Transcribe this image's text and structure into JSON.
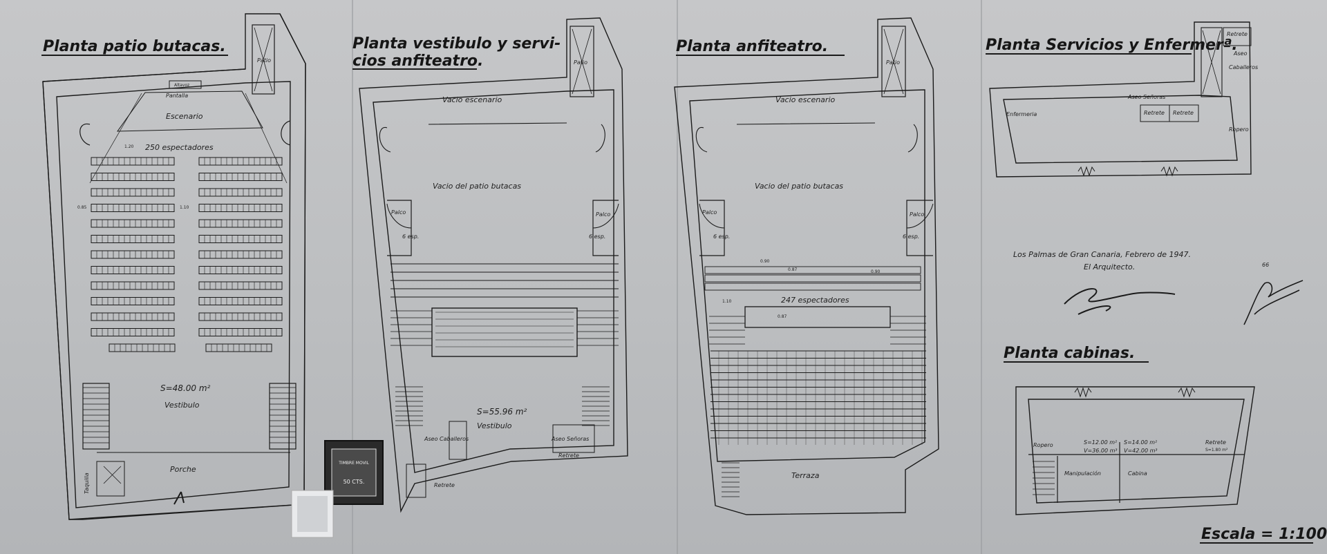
{
  "plans": {
    "patio": {
      "title": "Planta patio butacas.",
      "patio": "Patio",
      "altavoz": "Altavoz",
      "pantalla": "Pantalla",
      "escenario": "Escenario",
      "espectadores": "250 espectadores",
      "area": "S=48.00 m²",
      "vestibulo": "Vestibulo",
      "porche": "Porche",
      "taquilla": "Taquilla"
    },
    "vestibulo": {
      "title_line1": "Planta vestibulo y servi-",
      "title_line2": "cios anfiteatro.",
      "patio": "Patio",
      "vacio_escenario": "Vacio escenario",
      "vacio_patio": "Vacio del patio butacas",
      "palco1": "Palco",
      "palco1_cap": "6 esp.",
      "palco2": "Palco",
      "palco2_cap": "6 esp.",
      "area": "S=55.96 m²",
      "vestibulo": "Vestibulo",
      "aseo_caballeros": "Aseo Caballeros",
      "aseo_senoras": "Aseo Señoras",
      "retrete": "Retrete",
      "retrete2": "Retrete"
    },
    "anfiteatro": {
      "title": "Planta anfiteatro.",
      "patio": "Patio",
      "vacio_escenario": "Vacio escenario",
      "vacio_patio": "Vacio del patio butacas",
      "palco1": "Palco",
      "palco1_cap": "6 esp.",
      "palco2": "Palco",
      "palco2_cap": "6 esp.",
      "espectadores": "247 espectadores",
      "terraza": "Terraza"
    },
    "servicios": {
      "title": "Planta Servicios y Enfermerª.",
      "retrete": "Retrete",
      "aseo": "Aseo",
      "caballeros": "Caballeros",
      "aseo_senoras": "Aseo Señoras",
      "retrete_a": "Retrete",
      "retrete_b": "Retrete",
      "enfermeria": "Enfermeria",
      "ropero": "Ropero"
    },
    "cabinas": {
      "title": "Planta cabinas.",
      "ropero": "Ropero",
      "s1": "S=12.00 m²",
      "v1": "V=36.00 m³",
      "s2": "S=14.00 m²",
      "v2": "V=42.00 m³",
      "retrete": "Retrete",
      "retrete_s": "S=1.80 m²",
      "manipulacion": "Manipulación",
      "cabina": "Cabina"
    }
  },
  "signature_block": {
    "place_date": "Los Palmas de Gran Canaria, Febrero de 1947.",
    "role": "El Arquitecto."
  },
  "page_number": "66",
  "scale": "Escala = 1:100",
  "dims": {
    "a": "1.20",
    "b": "1.10",
    "c": "0.85",
    "d": "0.90",
    "e": "0.87",
    "f": "1.10",
    "g": "0.87",
    "h": "0.90"
  },
  "stamp": {
    "line1": "TIMBRE MOVIL",
    "line2": "50 CTS."
  },
  "colors": {
    "paper": "#bcbec0",
    "ink": "#1a1a1a",
    "wall": "#8f9195"
  }
}
